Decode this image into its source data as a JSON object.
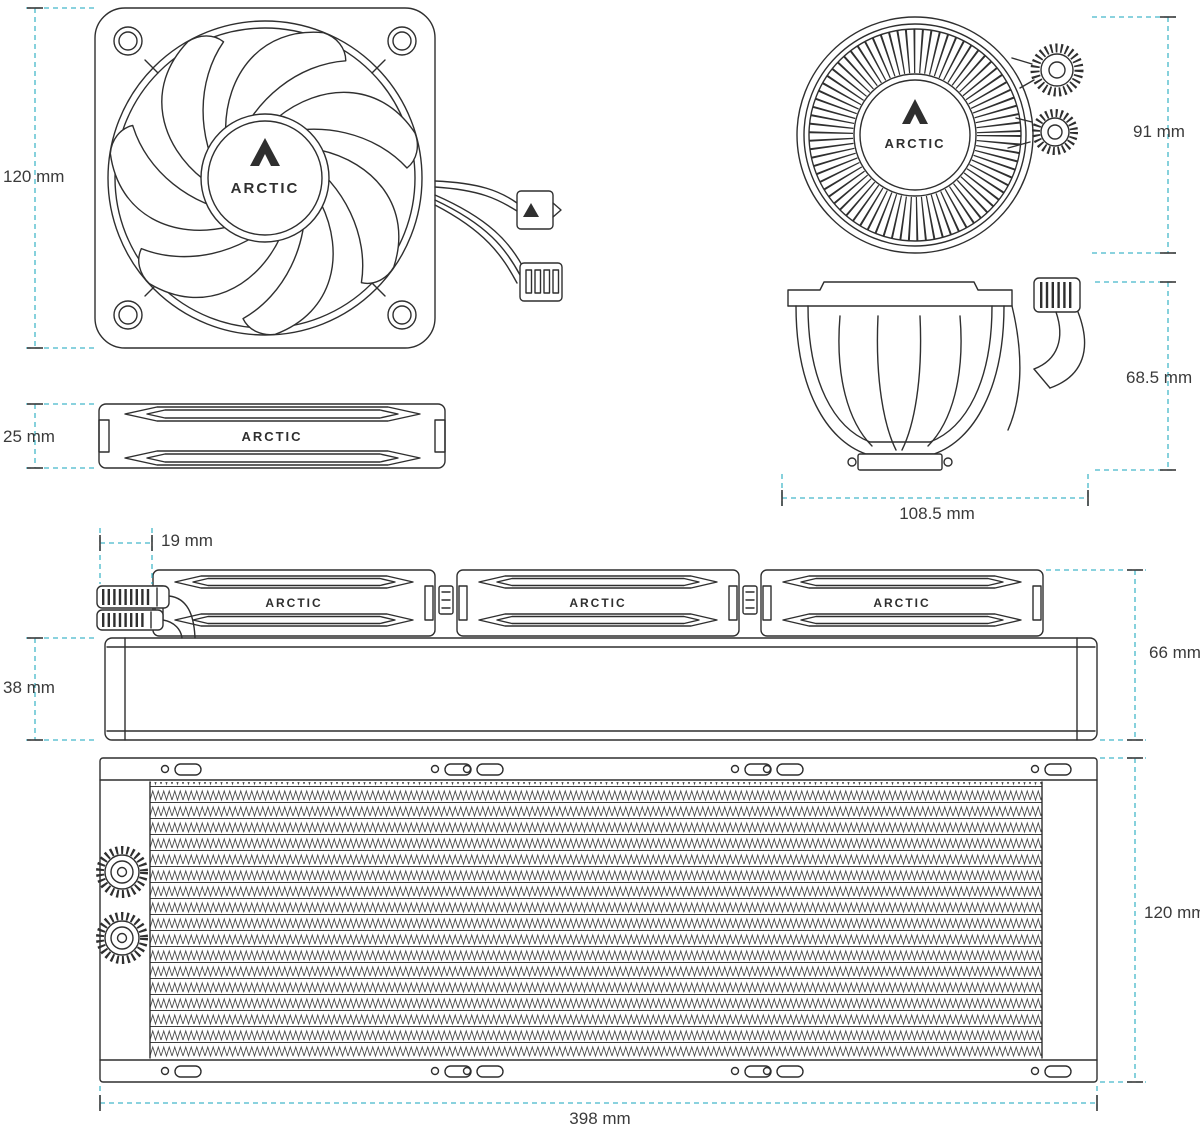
{
  "brand": {
    "name": "ARCTIC"
  },
  "colors": {
    "line": "#2f2f2f",
    "dimension_line": "#45b8ca",
    "label_text": "#3a3a3a",
    "background": "#ffffff"
  },
  "labels": {
    "fan_size": "120 mm",
    "pump_diameter": "91 mm",
    "fan_thickness": "25 mm",
    "pump_height": "68.5 mm",
    "pump_width": "108.5 mm",
    "fitting_offset": "19 mm",
    "assembly_height": "66 mm",
    "radiator_thickness": "38 mm",
    "radiator_height": "120 mm",
    "radiator_length": "398 mm"
  }
}
